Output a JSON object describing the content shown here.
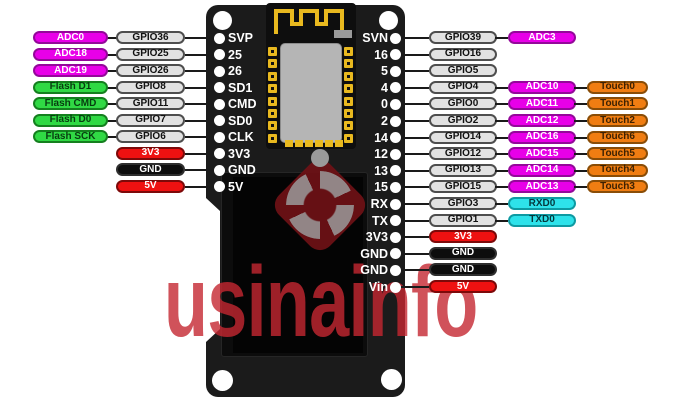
{
  "watermark": {
    "text": "usinainfo",
    "registered": "®"
  },
  "colors": {
    "magenta": "#e800e8",
    "green": "#30d944",
    "gray": "#e2e2e2",
    "red": "#ee1111",
    "black": "#0d0d0d",
    "cyan": "#2ee2ea",
    "orange": "#f07d12",
    "board": "#1b1b1b",
    "pad_yellow": "#e9b91f",
    "watermark_red": "#c52731"
  },
  "left_rows": [
    {
      "pin": "SVP",
      "badges": [
        {
          "label": "ADC0",
          "color": "magenta"
        },
        {
          "label": "GPIO36",
          "color": "gray"
        }
      ]
    },
    {
      "pin": "25",
      "badges": [
        {
          "label": "ADC18",
          "color": "magenta"
        },
        {
          "label": "GPIO25",
          "color": "gray"
        }
      ]
    },
    {
      "pin": "26",
      "badges": [
        {
          "label": "ADC19",
          "color": "magenta"
        },
        {
          "label": "GPIO26",
          "color": "gray"
        }
      ]
    },
    {
      "pin": "SD1",
      "badges": [
        {
          "label": "Flash D1",
          "color": "green"
        },
        {
          "label": "GPIO8",
          "color": "gray"
        }
      ]
    },
    {
      "pin": "CMD",
      "badges": [
        {
          "label": "Flash CMD",
          "color": "green"
        },
        {
          "label": "GPIO11",
          "color": "gray"
        }
      ]
    },
    {
      "pin": "SD0",
      "badges": [
        {
          "label": "Flash D0",
          "color": "green"
        },
        {
          "label": "GPIO7",
          "color": "gray"
        }
      ]
    },
    {
      "pin": "CLK",
      "badges": [
        {
          "label": "Flash SCK",
          "color": "green"
        },
        {
          "label": "GPIO6",
          "color": "gray"
        }
      ]
    },
    {
      "pin": "3V3",
      "badges": [
        {
          "label": "3V3",
          "color": "red"
        }
      ]
    },
    {
      "pin": "GND",
      "badges": [
        {
          "label": "GND",
          "color": "black"
        }
      ]
    },
    {
      "pin": "5V",
      "badges": [
        {
          "label": "5V",
          "color": "red"
        }
      ]
    }
  ],
  "right_rows": [
    {
      "pin": "SVN",
      "badges": [
        {
          "label": "GPIO39",
          "color": "gray"
        },
        {
          "label": "ADC3",
          "color": "magenta"
        }
      ]
    },
    {
      "pin": "16",
      "badges": [
        {
          "label": "GPIO16",
          "color": "gray"
        }
      ]
    },
    {
      "pin": "5",
      "badges": [
        {
          "label": "GPIO5",
          "color": "gray"
        }
      ]
    },
    {
      "pin": "4",
      "badges": [
        {
          "label": "GPIO4",
          "color": "gray"
        },
        {
          "label": "ADC10",
          "color": "magenta"
        },
        {
          "label": "Touch0",
          "color": "orange"
        }
      ]
    },
    {
      "pin": "0",
      "badges": [
        {
          "label": "GPIO0",
          "color": "gray"
        },
        {
          "label": "ADC11",
          "color": "magenta"
        },
        {
          "label": "Touch1",
          "color": "orange"
        }
      ]
    },
    {
      "pin": "2",
      "badges": [
        {
          "label": "GPIO2",
          "color": "gray"
        },
        {
          "label": "ADC12",
          "color": "magenta"
        },
        {
          "label": "Touch2",
          "color": "orange"
        }
      ]
    },
    {
      "pin": "14",
      "badges": [
        {
          "label": "GPIO14",
          "color": "gray"
        },
        {
          "label": "ADC16",
          "color": "magenta"
        },
        {
          "label": "Touch6",
          "color": "orange"
        }
      ]
    },
    {
      "pin": "12",
      "badges": [
        {
          "label": "GPIO12",
          "color": "gray"
        },
        {
          "label": "ADC15",
          "color": "magenta"
        },
        {
          "label": "Touch5",
          "color": "orange"
        }
      ]
    },
    {
      "pin": "13",
      "badges": [
        {
          "label": "GPIO13",
          "color": "gray"
        },
        {
          "label": "ADC14",
          "color": "magenta"
        },
        {
          "label": "Touch4",
          "color": "orange"
        }
      ]
    },
    {
      "pin": "15",
      "badges": [
        {
          "label": "GPIO15",
          "color": "gray"
        },
        {
          "label": "ADC13",
          "color": "magenta"
        },
        {
          "label": "Touch3",
          "color": "orange"
        }
      ]
    },
    {
      "pin": "RX",
      "badges": [
        {
          "label": "GPIO3",
          "color": "gray"
        },
        {
          "label": "RXD0",
          "color": "cyan"
        }
      ]
    },
    {
      "pin": "TX",
      "badges": [
        {
          "label": "GPIO1",
          "color": "gray"
        },
        {
          "label": "TXD0",
          "color": "cyan"
        }
      ]
    },
    {
      "pin": "3V3",
      "badges": [
        {
          "label": "3V3",
          "color": "red"
        }
      ]
    },
    {
      "pin": "GND",
      "badges": [
        {
          "label": "GND",
          "color": "black"
        }
      ]
    },
    {
      "pin": "GND",
      "badges": [
        {
          "label": "GND",
          "color": "black"
        }
      ]
    },
    {
      "pin": "Vin",
      "badges": [
        {
          "label": "5V",
          "color": "red"
        }
      ]
    }
  ]
}
